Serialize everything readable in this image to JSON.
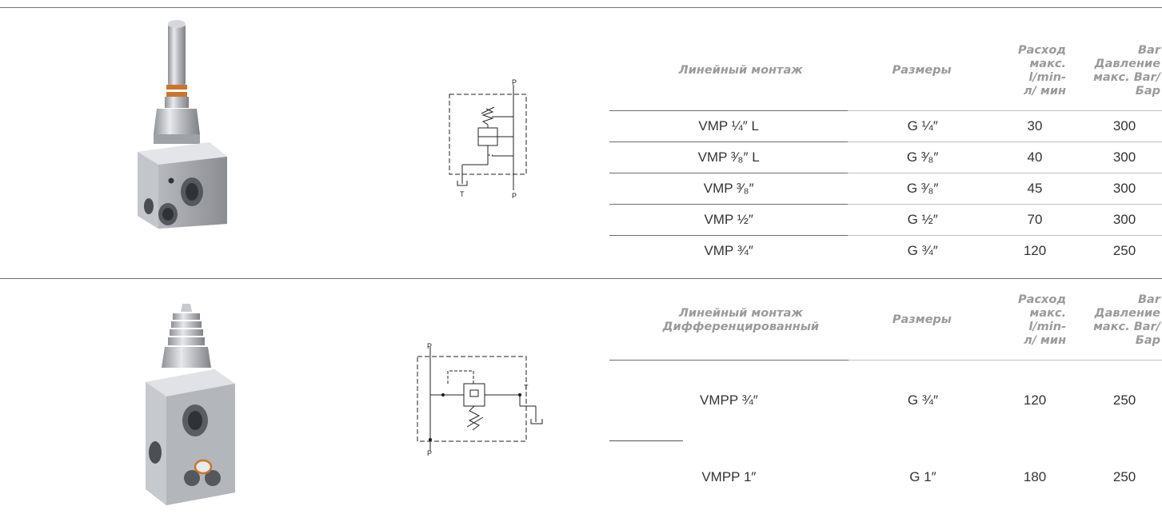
{
  "section1": {
    "headers": {
      "model": "Линейный монтаж",
      "size": "Размеры",
      "flow": "Расход макс. l/min- л/ мин",
      "pressure": "Bar Давление макс. Bar/Бар"
    },
    "schematic_labels": {
      "p_top": "P",
      "p_bottom": "P",
      "t": "T"
    },
    "rows": [
      {
        "model": "VMP ¼″ L",
        "size": "G ¼″",
        "flow": "30",
        "pressure": "300"
      },
      {
        "model": "VMP ³⁄₈″ L",
        "size": "G ³⁄₈″",
        "flow": "40",
        "pressure": "300"
      },
      {
        "model": "VMP ³⁄₈″",
        "size": "G ³⁄₈″",
        "flow": "45",
        "pressure": "300"
      },
      {
        "model": "VMP ½″",
        "size": "G ½″",
        "flow": "70",
        "pressure": "300"
      },
      {
        "model": "VMP ¾″",
        "size": "G ¾″",
        "flow": "120",
        "pressure": "250"
      }
    ]
  },
  "section2": {
    "headers": {
      "model": "Линейный монтаж Дифференцированный",
      "size": "Размеры",
      "flow": "Расход макс. l/min- л/ мин",
      "pressure": "Bar Давление макс. Bar/Бар"
    },
    "schematic_labels": {
      "p_top": "P",
      "p_bottom": "P",
      "t": "T"
    },
    "rows": [
      {
        "model": "VMPP ¾″",
        "size": "G ¾″",
        "flow": "120",
        "pressure": "250"
      },
      {
        "model": "VMPP 1″",
        "size": "G 1″",
        "flow": "180",
        "pressure": "250"
      }
    ]
  }
}
